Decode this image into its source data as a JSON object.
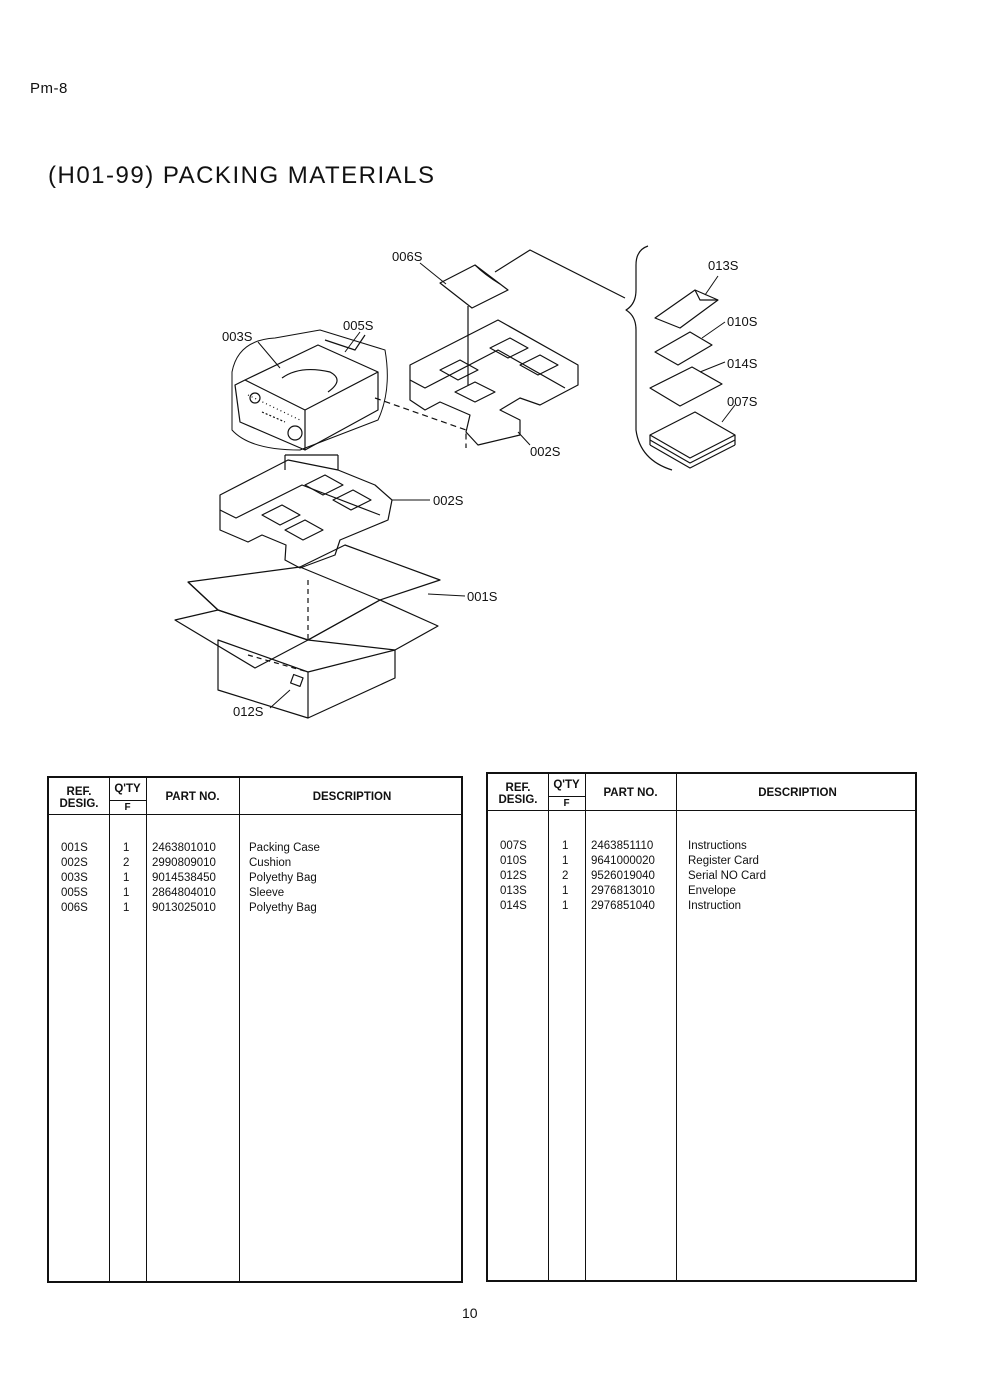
{
  "page_code": "Pm-8",
  "title": "(H01-99) PACKING MATERIALS",
  "callouts": {
    "c006s": "006S",
    "c013s": "013S",
    "c003s": "003S",
    "c005s": "005S",
    "c010s": "010S",
    "c014s": "014S",
    "c007s": "007S",
    "c002s_top": "002S",
    "c002s_mid": "002S",
    "c001s": "001S",
    "c012s": "012S"
  },
  "table_headers": {
    "ref": "REF.",
    "desig": "DESIG.",
    "qty": "Q'TY",
    "qty_sub": "F",
    "part_no": "PART NO.",
    "description": "DESCRIPTION"
  },
  "table_left": [
    {
      "ref": "001S",
      "qty": "1",
      "part": "2463801010",
      "desc": "Packing Case"
    },
    {
      "ref": "002S",
      "qty": "2",
      "part": "2990809010",
      "desc": "Cushion"
    },
    {
      "ref": "003S",
      "qty": "1",
      "part": "9014538450",
      "desc": "Polyethy Bag"
    },
    {
      "ref": "005S",
      "qty": "1",
      "part": "2864804010",
      "desc": "Sleeve"
    },
    {
      "ref": "006S",
      "qty": "1",
      "part": "9013025010",
      "desc": "Polyethy Bag"
    }
  ],
  "table_right": [
    {
      "ref": "007S",
      "qty": "1",
      "part": "2463851110",
      "desc": "Instructions"
    },
    {
      "ref": "010S",
      "qty": "1",
      "part": "9641000020",
      "desc": "Register Card"
    },
    {
      "ref": "012S",
      "qty": "2",
      "part": "9526019040",
      "desc": "Serial NO Card"
    },
    {
      "ref": "013S",
      "qty": "1",
      "part": "2976813010",
      "desc": "Envelope"
    },
    {
      "ref": "014S",
      "qty": "1",
      "part": "2976851040",
      "desc": "Instruction"
    }
  ],
  "page_number": "10"
}
